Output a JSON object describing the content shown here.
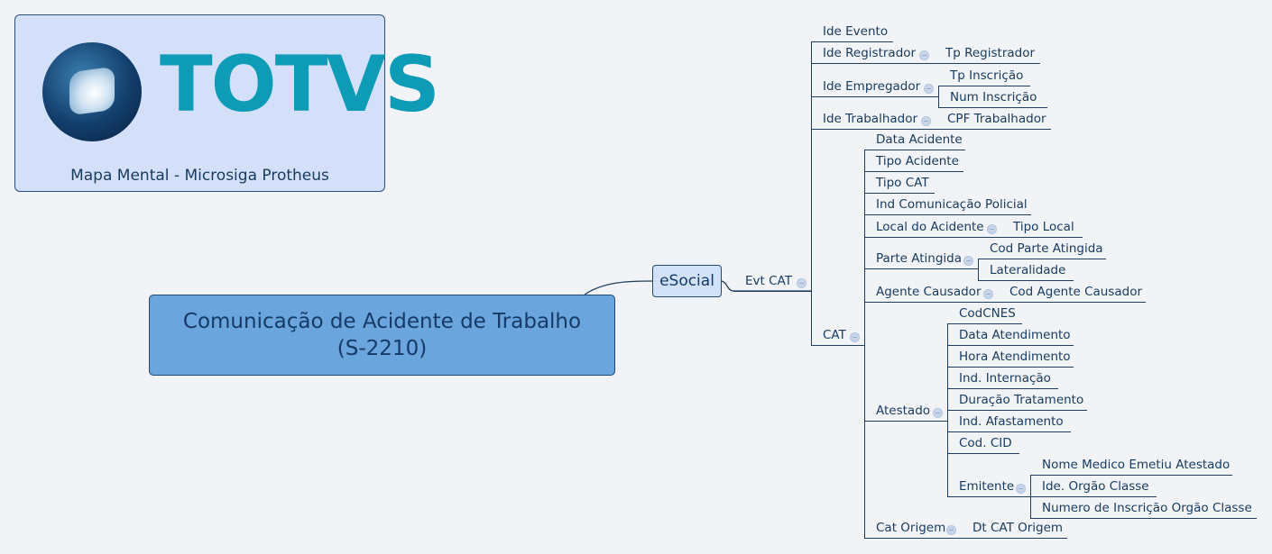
{
  "logo": {
    "brand": "TOTVS",
    "caption": "Mapa Mental - Microsiga Protheus"
  },
  "central_topic": {
    "line1": "Comunicação de Acidente de Trabalho",
    "line2": "(S-2210)"
  },
  "root": "eSocial",
  "evt": "Evt CAT",
  "level1": {
    "ide_evento": "Ide Evento",
    "ide_registrador": "Ide Registrador",
    "tp_registrador": "Tp Registrador",
    "ide_empregador": "Ide Empregador",
    "tp_inscricao": "Tp Inscrição",
    "num_inscricao": "Num Inscrição",
    "ide_trabalhador": "Ide Trabalhador",
    "cpf_trabalhador": "CPF Trabalhador",
    "cat": "CAT"
  },
  "cat": {
    "data_acidente": "Data Acidente",
    "tipo_acidente": "Tipo Acidente",
    "tipo_cat": "Tipo CAT",
    "ind_comunicacao": "Ind Comunicação Policial",
    "local_acidente": "Local do Acidente",
    "tipo_local": "Tipo Local",
    "parte_atingida": "Parte Atingida",
    "cod_parte": "Cod Parte Atingida",
    "lateralidade": "Lateralidade",
    "agente_causador": "Agente Causador",
    "cod_agente": "Cod Agente Causador",
    "atestado": "Atestado",
    "cat_origem": "Cat Origem",
    "dt_cat_origem": "Dt CAT Origem"
  },
  "atestado": {
    "codcnes": "CodCNES",
    "data_atendimento": "Data Atendimento",
    "hora_atendimento": "Hora Atendimento",
    "ind_internacao": "Ind. Internação",
    "duracao": "Duração Tratamento",
    "ind_afastamento": "Ind. Afastamento",
    "cod_cid": "Cod. CID",
    "emitente": "Emitente"
  },
  "emitente": {
    "nome_medico": "Nome Medico Emetiu Atestado",
    "ide_orgao": "Ide. Orgão Classe",
    "numero_inscricao": "Numero de Inscrição Orgão Classe"
  },
  "toggle_symbol": "−"
}
